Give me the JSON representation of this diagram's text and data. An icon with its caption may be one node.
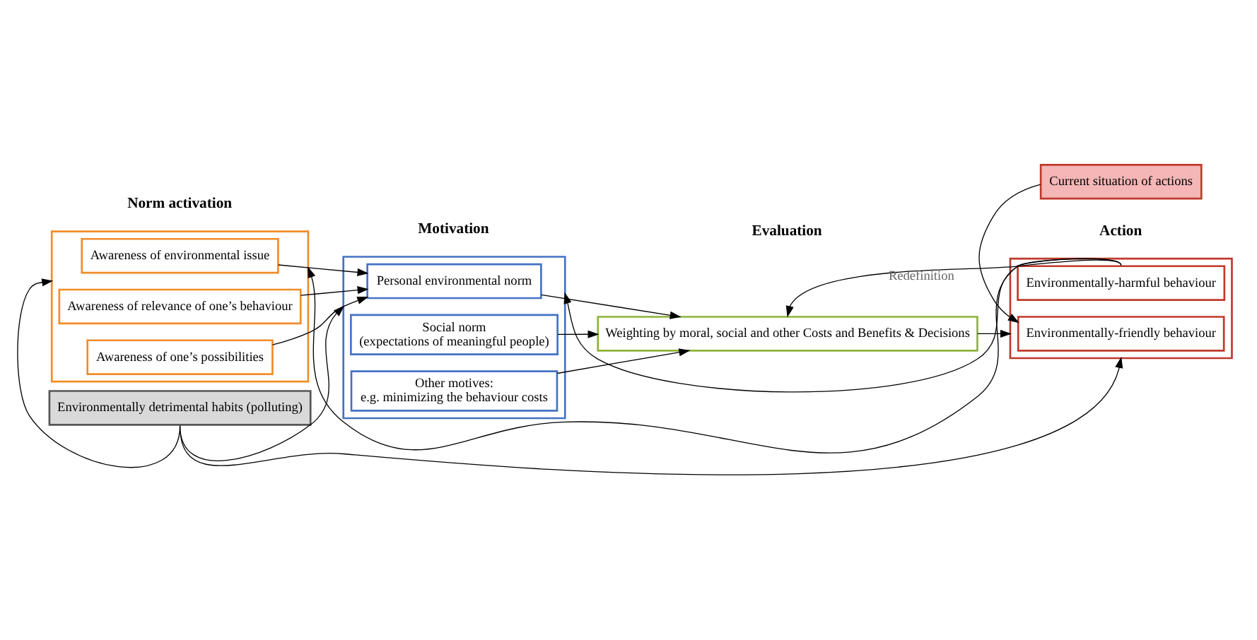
{
  "diagram": {
    "nodes": [
      {
        "text": [],
        "shape": "box"
      },
      {
        "text": [
          "Awareness of environmental issue"
        ],
        "in": 0
      },
      {
        "text": [
          "Awareness of relevance of one’s behaviour"
        ],
        "in": 0
      },
      {
        "text": [
          "Awareness of one’s possibilities"
        ],
        "in": 0
      },
      {
        "text": [],
        "shape": "box"
      },
      {
        "text": [
          "Personal environmental norm"
        ],
        "in": 4
      },
      {
        "text": [
          "Social norm",
          "(expectations of meaningful people)"
        ],
        "in": 4
      },
      {
        "text": [
          "Other motives:",
          "e.g. minimizing the behaviour costs"
        ],
        "in": 4
      },
      {
        "text": [
          "Weighting by moral, social and other Costs and Benefits & Decisions"
        ]
      },
      {
        "text": [],
        "shape": "box"
      },
      {
        "text": [
          "Environmentally-harmful behaviour"
        ],
        "in": 9
      },
      {
        "text": [
          "Environmentally-friendly behaviour"
        ],
        "in": 9
      },
      {
        "text": [
          "Current situation of actions"
        ]
      },
      {
        "text": [
          "Environmentally detrimental habits (polluting)"
        ]
      }
    ],
    "edges": [
      {
        "from": 1,
        "to": 5,
        "arrow": "to"
      },
      {
        "from": 2,
        "to": 5,
        "arrow": "to"
      },
      {
        "from": 3,
        "to": 5,
        "arrow": "to"
      },
      {
        "from": 5,
        "to": 8,
        "arrow": "to"
      },
      {
        "from": 6,
        "to": 8,
        "arrow": "to"
      },
      {
        "from": 7,
        "to": 8,
        "arrow": "to"
      },
      {
        "from": 8,
        "to": 9,
        "arrow": "to"
      },
      {
        "from": 12,
        "to": 11,
        "arrow": "to"
      },
      {
        "from": 13,
        "to": 0,
        "arrow": "to"
      },
      {
        "from": 13,
        "to": 4,
        "arrow": "to"
      },
      {
        "from": 13,
        "to": 9,
        "arrow": "to"
      },
      {
        "from": 10,
        "to": 0,
        "arrow": "to"
      },
      {
        "from": 10,
        "to": 4,
        "arrow": "to"
      },
      {
        "from": 10,
        "to": 8,
        "arrow": "to",
        "label": "Redefinition"
      }
    ],
    "labels": [
      "Norm activation",
      "Motivation",
      "Evaluation",
      "Action"
    ]
  }
}
